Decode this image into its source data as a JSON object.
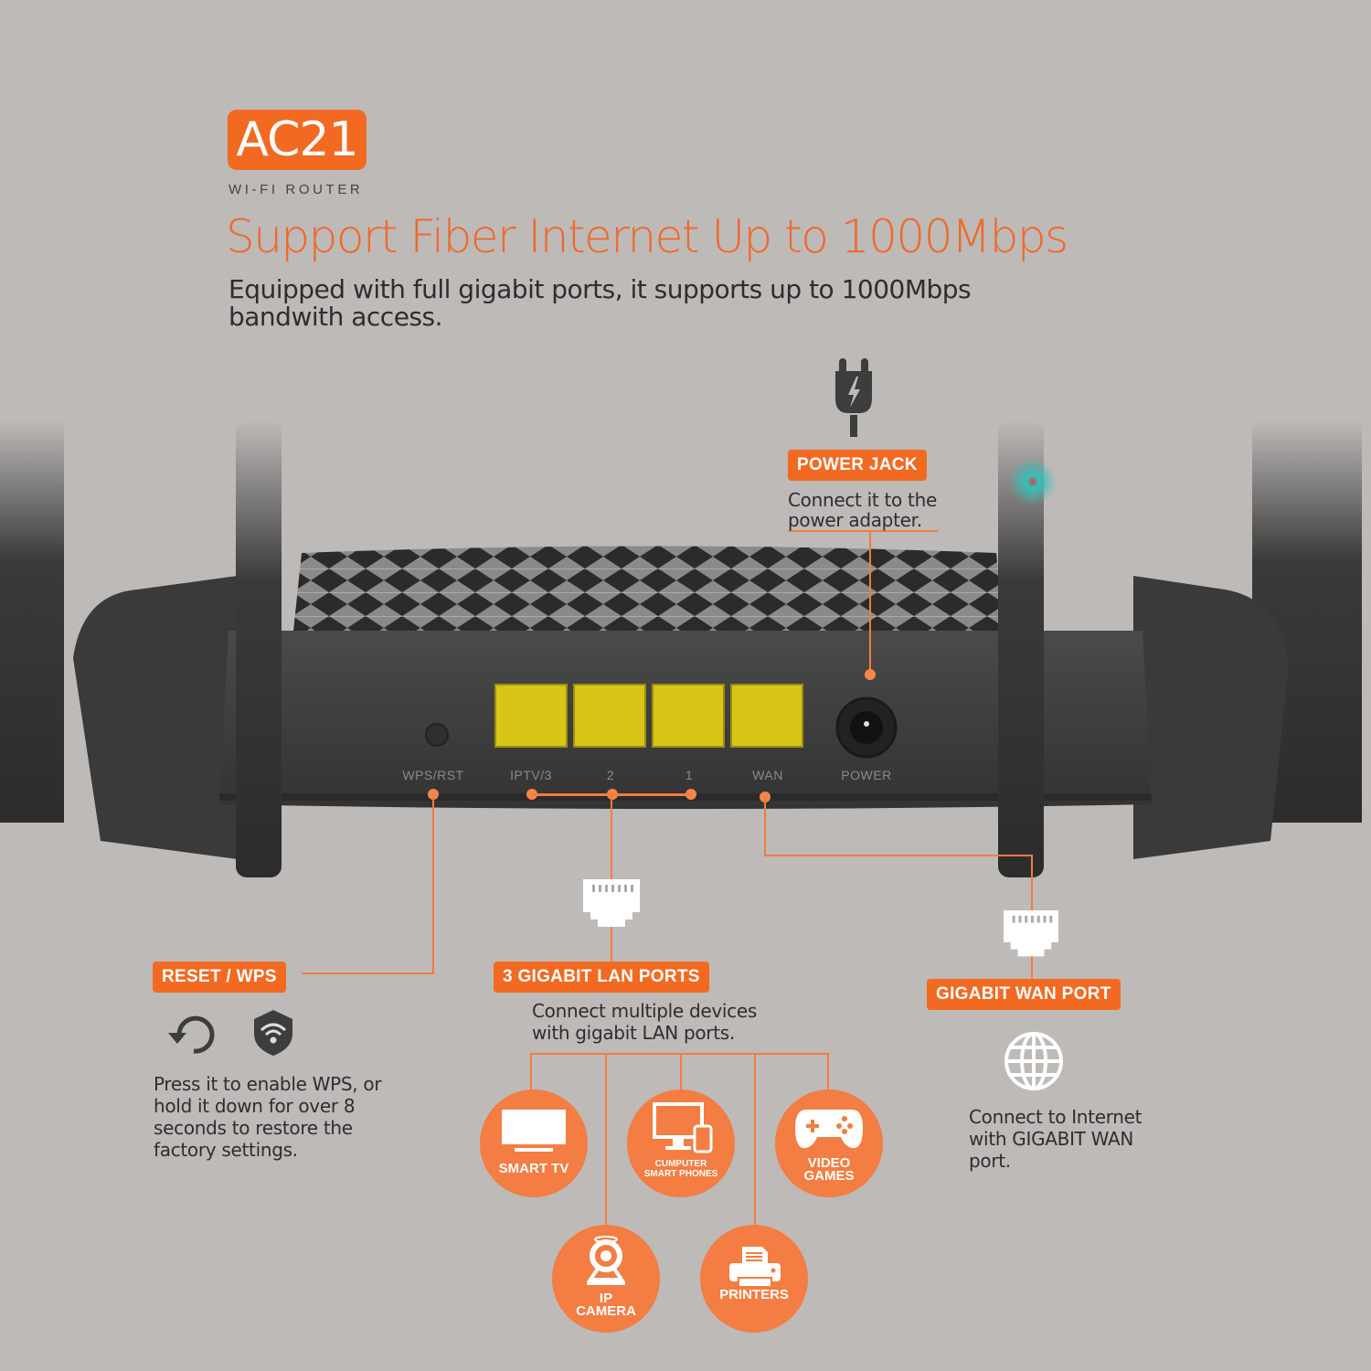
{
  "header": {
    "model_badge": "AC21",
    "model_subtitle": "WI-FI ROUTER",
    "headline": "Support Fiber Internet Up to 1000Mbps",
    "description_line1": "Equipped with full gigabit ports, it supports up to 1000Mbps",
    "description_line2": "bandwith access."
  },
  "router_ports": {
    "labels": [
      "WPS/RST",
      "IPTV/3",
      "2",
      "1",
      "WAN",
      "POWER"
    ]
  },
  "callouts": {
    "power_jack": {
      "title": "POWER JACK",
      "desc_line1": "Connect it to the",
      "desc_line2": "power adapter.",
      "icon": "power-plug-icon"
    },
    "reset_wps": {
      "title": "RESET / WPS",
      "desc_lines": [
        "Press it to enable WPS, or",
        "hold it down for over 8",
        "seconds to restore the",
        "factory settings."
      ],
      "icons": [
        "reset-icon",
        "wps-shield-icon"
      ]
    },
    "lan_ports": {
      "title": "3 GIGABIT LAN PORTS",
      "desc_line1": "Connect multiple devices",
      "desc_line2": "with gigabit LAN ports.",
      "icon": "ethernet-plug-icon"
    },
    "wan_port": {
      "title": "GIGABIT WAN  PORT",
      "desc_lines": [
        "Connect to Internet",
        "with GIGABIT WAN",
        "port."
      ],
      "icons": [
        "ethernet-plug-icon",
        "globe-icon"
      ]
    }
  },
  "devices": [
    {
      "name": "SMART TV",
      "lines": [
        "SMART TV"
      ]
    },
    {
      "name": "COMPUTER / SMART PHONES",
      "lines": [
        "CUMPUTER",
        "SMART PHONES"
      ]
    },
    {
      "name": "VIDEO GAMES",
      "lines": [
        "VIDEO",
        "GAMES"
      ]
    },
    {
      "name": "IP CAMERA",
      "lines": [
        "IP",
        "CAMERA"
      ]
    },
    {
      "name": "PRINTERS",
      "lines": [
        "PRINTERS"
      ]
    }
  ],
  "colors": {
    "accent": "#f26a22",
    "background": "#bdbab7",
    "router_body": "#3f3f3f",
    "port_yellow": "#d7c617",
    "text_dark": "#2e2e2e"
  }
}
